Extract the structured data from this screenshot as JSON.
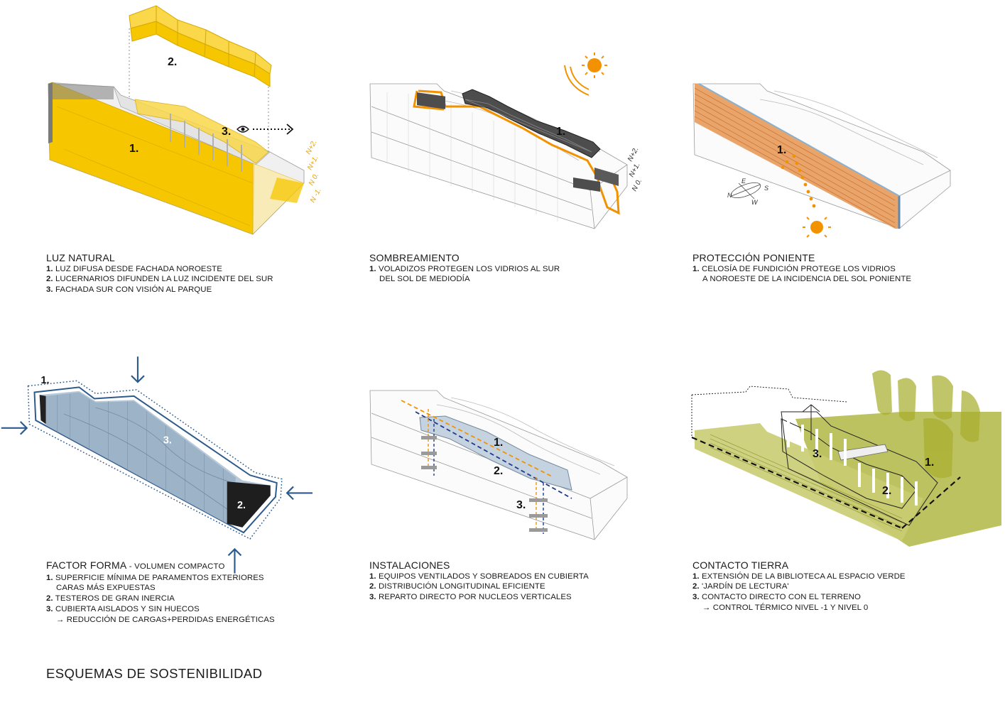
{
  "title": "ESQUEMAS DE SOSTENIBILIDAD",
  "colors": {
    "yellow": "#f6c700",
    "orange": "#f39200",
    "blue": "#2d5a8c",
    "green": "#a7ad2c",
    "gray": "#6b6b6b"
  },
  "panels": [
    {
      "title": "LUZ NATURAL",
      "items": [
        {
          "num": "1.",
          "text": "LUZ DIFUSA DESDE FACHADA NOROESTE"
        },
        {
          "num": "2.",
          "text": "LUCERNARIOS DIFUNDEN LA LUZ INCIDENTE DEL SUR"
        },
        {
          "num": "3.",
          "text": "FACHADA SUR CON VISIÓN AL PARQUE"
        }
      ],
      "labels": [
        "1.",
        "2.",
        "3."
      ],
      "levels": [
        "N+2.",
        "N+1.",
        "N 0.",
        "N -1."
      ]
    },
    {
      "title": "SOMBREAMIENTO",
      "items": [
        {
          "num": "1.",
          "text": "VOLADIZOS PROTEGEN LOS VIDRIOS AL SUR"
        }
      ],
      "continuation": "DEL SOL DE MEDIODÍA",
      "labels": [
        "1."
      ],
      "levels": [
        "N+2.",
        "N+1.",
        "N 0."
      ]
    },
    {
      "title": "PROTECCIÓN PONIENTE",
      "items": [
        {
          "num": "1.",
          "text": "CELOSÍA DE FUNDICIÓN PROTEGE LOS VIDRIOS"
        }
      ],
      "continuation": "A NOROESTE DE LA INCIDENCIA DEL SOL PONIENTE",
      "labels": [
        "1."
      ],
      "compass": [
        "N",
        "E",
        "S",
        "W"
      ]
    },
    {
      "title": "FACTOR FORMA",
      "subtitle": " - VOLUMEN COMPACTO",
      "items": [
        {
          "num": "1.",
          "text": "SUPERFICIE MÍNIMA DE PARAMENTOS EXTERIORES"
        },
        {
          "num": "",
          "text": "CARAS MÁS EXPUESTAS"
        },
        {
          "num": "2.",
          "text": "TESTEROS DE GRAN INERCIA"
        },
        {
          "num": "3.",
          "text": "CUBIERTA AISLADOS Y SIN HUECOS"
        }
      ],
      "continuation": "→ REDUCCIÓN DE CARGAS+PERDIDAS ENERGÉTICAS",
      "labels": [
        "1.",
        "2.",
        "3."
      ]
    },
    {
      "title": "INSTALACIONES",
      "items": [
        {
          "num": "1.",
          "text": "EQUIPOS VENTILADOS Y SOBREADOS EN CUBIERTA"
        },
        {
          "num": "2.",
          "text": "DISTRIBUCIÓN LONGITUDINAL EFICIENTE"
        },
        {
          "num": "3.",
          "text": "REPARTO DIRECTO POR NUCLEOS VERTICALES"
        }
      ],
      "labels": [
        "1.",
        "2.",
        "3."
      ]
    },
    {
      "title": "CONTACTO TIERRA",
      "items": [
        {
          "num": "1.",
          "text": "EXTENSIÓN DE LA BIBLIOTECA AL ESPACIO VERDE"
        },
        {
          "num": "2.",
          "text": "'JARDÍN DE LECTURA'"
        },
        {
          "num": "3.",
          "text": "CONTACTO DIRECTO CON EL TERRENO"
        }
      ],
      "continuation": "→ CONTROL TÉRMICO NIVEL -1 Y NIVEL 0",
      "labels": [
        "1.",
        "2.",
        "3."
      ]
    }
  ]
}
